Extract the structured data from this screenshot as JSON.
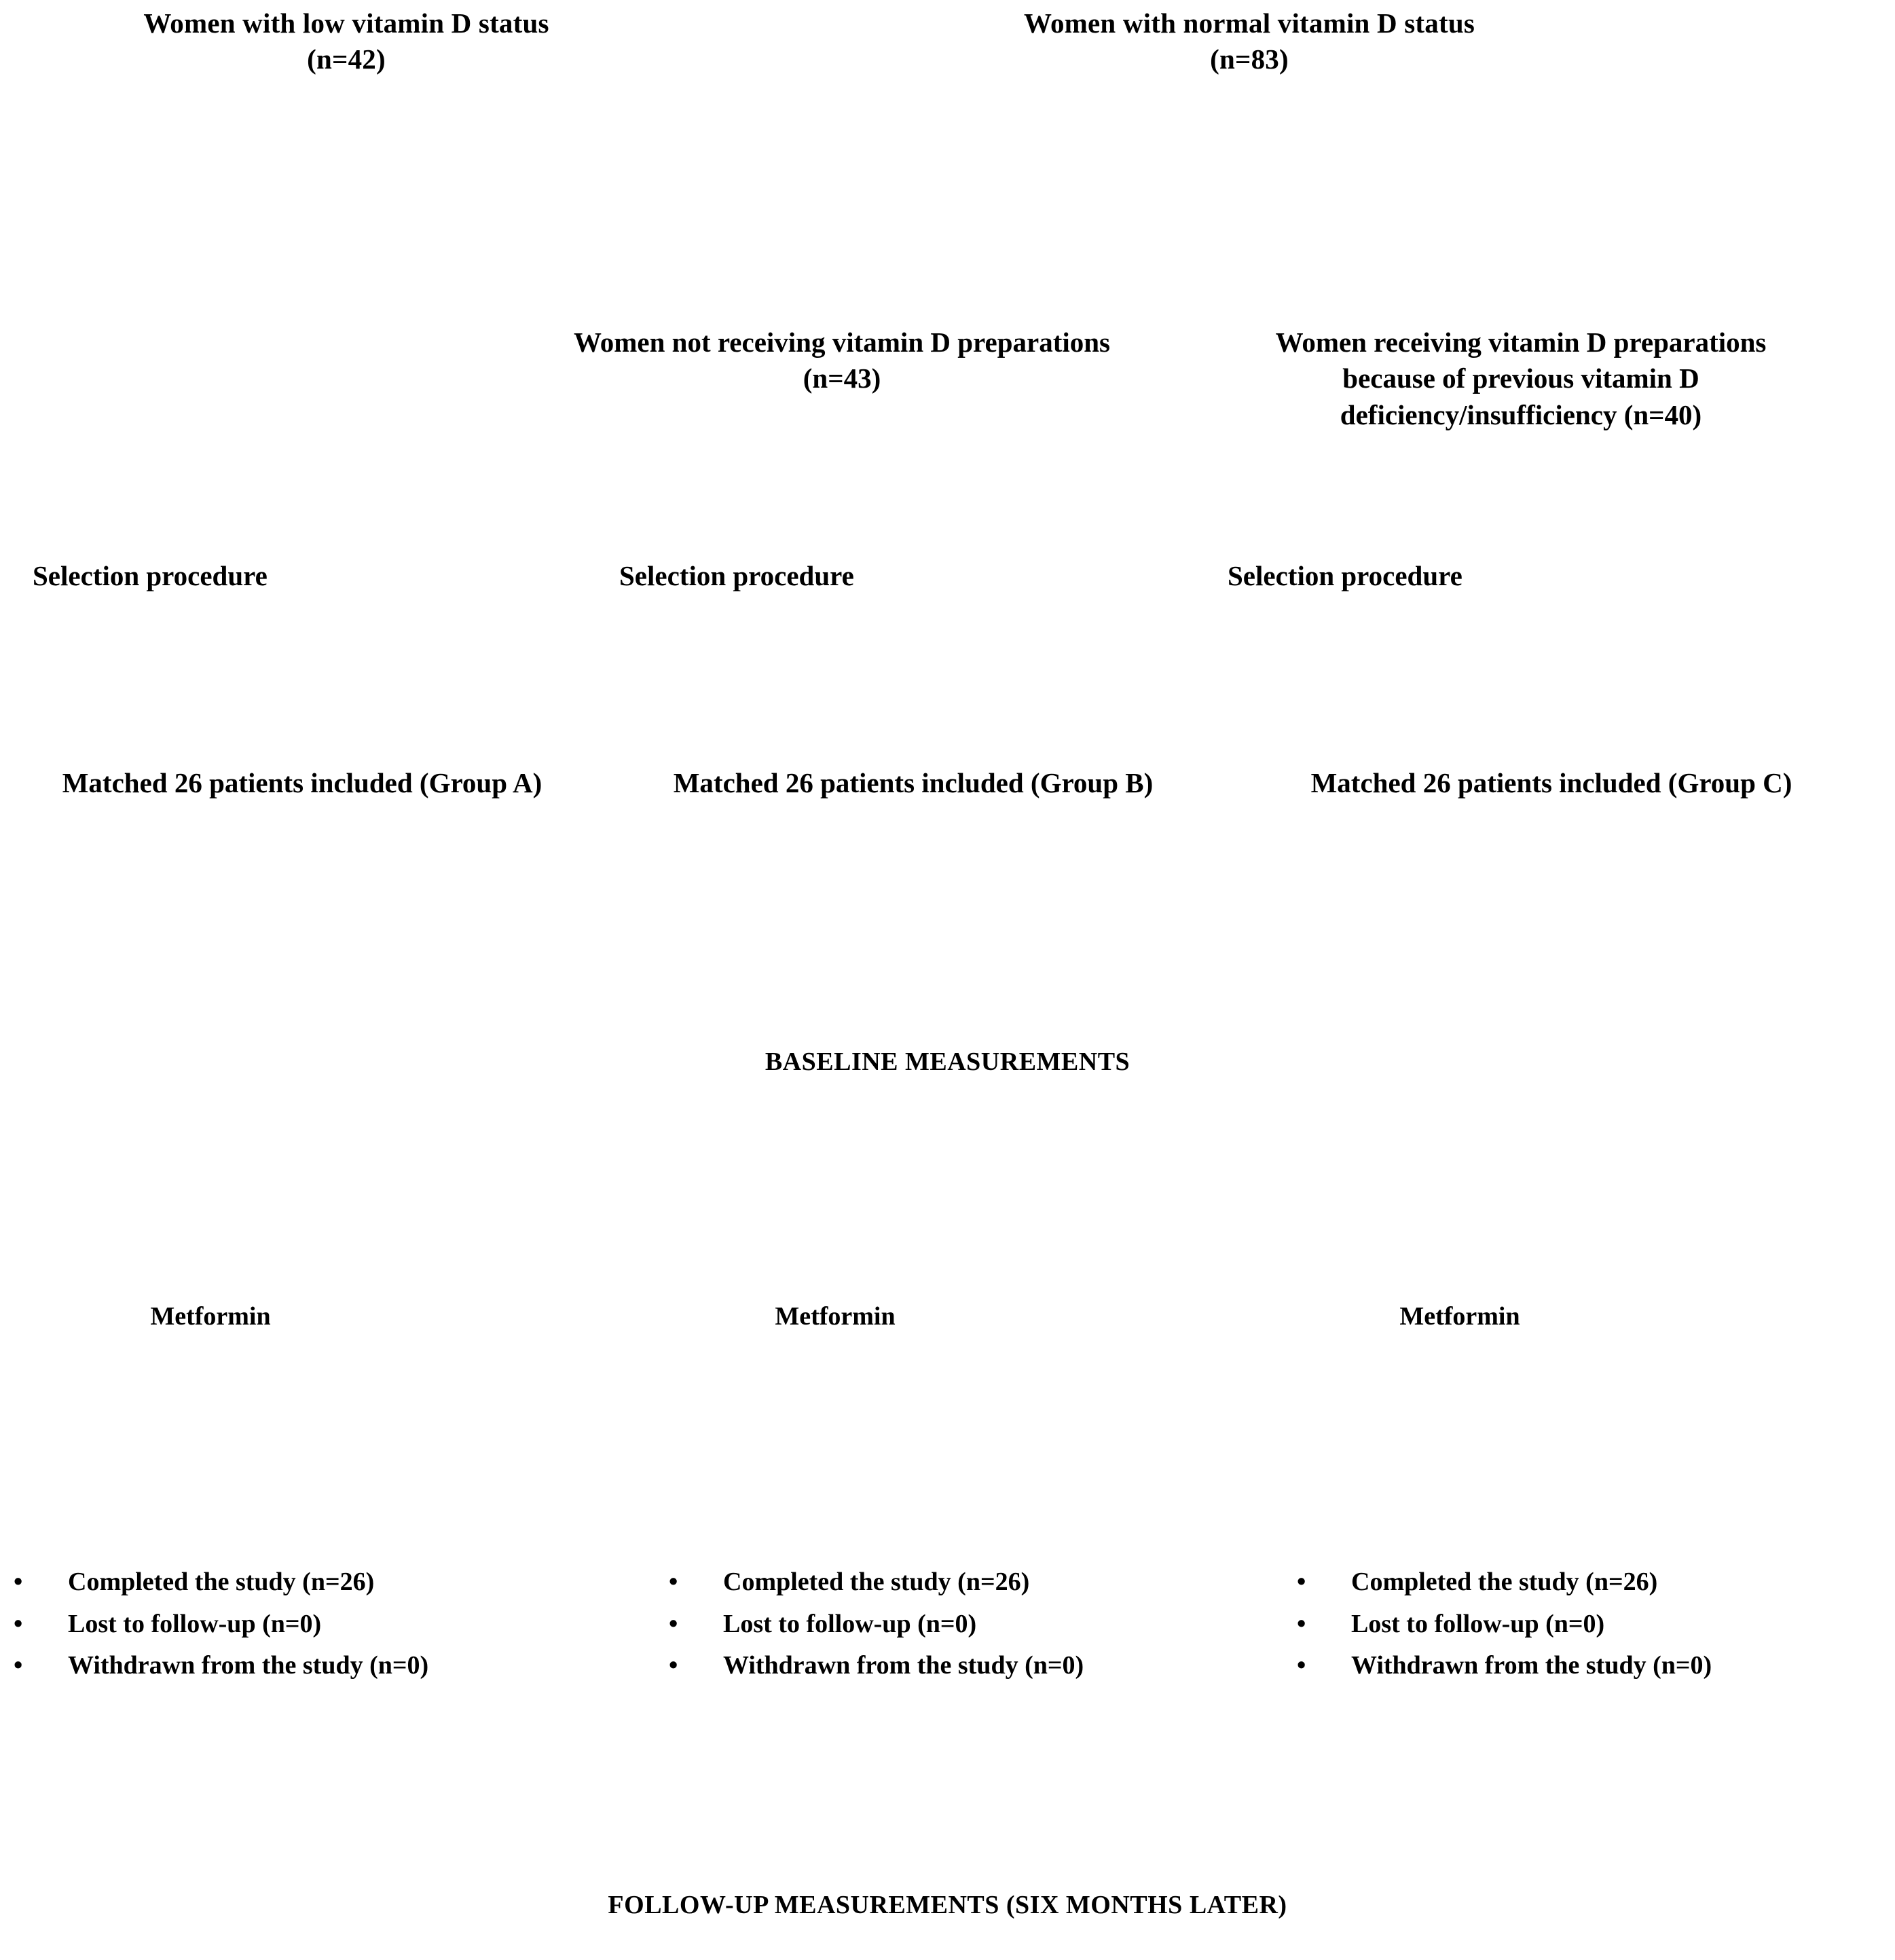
{
  "flowchart": {
    "title_row": {
      "cohort_low": "Women with low vitamin D status\n(n=42)",
      "cohort_low_line1": "Women with low vitamin D status",
      "cohort_low_line2": "(n=42)",
      "cohort_normal_line1": "Women with normal vitamin D status",
      "cohort_normal_line2": "(n=83)"
    },
    "subgroup_row": {
      "not_receiving": "Women not receiving vitamin D preparations (n=43)",
      "receiving": "Women receiving vitamin D preparations because of previous vitamin D deficiency/insufficiency (n=40)"
    },
    "selection_row": {
      "label_a": "Selection procedure",
      "label_b": "Selection procedure",
      "label_c": "Selection procedure"
    },
    "matched_row": {
      "group_a": "Matched 26 patients included (Group A)",
      "group_b": "Matched 26 patients included (Group B)",
      "group_c": "Matched 26 patients included (Group C)"
    },
    "baseline": "BASELINE MEASUREMENTS",
    "intervention_row": {
      "arm_a": "Metformin",
      "arm_b": "Metformin",
      "arm_c": "Metformin"
    },
    "outcomes": {
      "bullet_glyph": "•",
      "group_a": [
        "Completed the study (n=26)",
        "Lost to follow-up (n=0)",
        "Withdrawn from the study (n=0)"
      ],
      "group_b": [
        "Completed the study (n=26)",
        "Lost to follow-up (n=0)",
        "Withdrawn from the study (n=0)"
      ],
      "group_c": [
        "Completed the study (n=26)",
        "Lost to follow-up (n=0)",
        "Withdrawn from the study (n=0)"
      ]
    },
    "followup": "FOLLOW-UP MEASUREMENTS (SIX MONTHS LATER)"
  }
}
